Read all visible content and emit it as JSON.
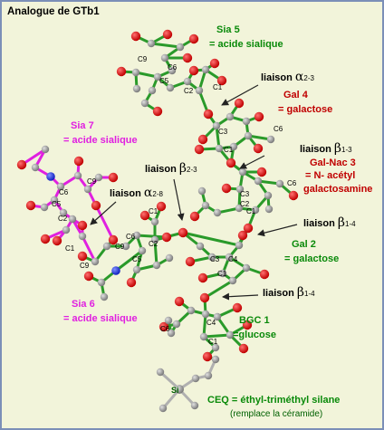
{
  "title": "Analogue de GTb1",
  "residues": {
    "sia5": {
      "name": "Sia 5",
      "desc": "= acide sialique"
    },
    "gal4": {
      "name": "Gal 4",
      "desc": "= galactose"
    },
    "sia7": {
      "name": "Sia 7",
      "desc": "= acide sialique"
    },
    "galnac3": {
      "name": "Gal-Nac 3",
      "desc": "= N- acétyl",
      "desc2": "galactosamine"
    },
    "gal2": {
      "name": "Gal 2",
      "desc": "= galactose"
    },
    "sia6": {
      "name": "Sia 6",
      "desc": "= acide sialique"
    },
    "bgc1": {
      "name": "BGC 1",
      "desc": "=glucose"
    },
    "ceq": {
      "name": "CEQ = éthyl-triméthyl silane",
      "desc": "(remplace la céramide)"
    }
  },
  "linkages": {
    "a23": {
      "prefix": "liaison ",
      "greek": "α",
      "pos": "2-3"
    },
    "b13": {
      "prefix": "liaison ",
      "greek": "β",
      "pos": "1-3"
    },
    "b23": {
      "prefix": "liaison ",
      "greek": "β",
      "pos": "2-3"
    },
    "a28": {
      "prefix": "liaison ",
      "greek": "α",
      "pos": "2-8"
    },
    "b14a": {
      "prefix": "liaison ",
      "greek": "β",
      "pos": "1-4"
    },
    "b14b": {
      "prefix": "liaison ",
      "greek": "β",
      "pos": "1-4"
    }
  },
  "atom_labels": {
    "sia5_c9": "C9",
    "sia5_c6": "C6",
    "sia5_c5": "C5",
    "sia5_c2": "C2",
    "sia5_c1": "C1",
    "gal4_c3": "C3",
    "gal4_c1": "C1",
    "gal4_c6": "C6",
    "galnac_c3": "C3",
    "galnac_c2": "C2",
    "galnac_c1": "C1",
    "galnac_c6": "C6",
    "sia7_c6": "C6",
    "sia7_c9": "C9",
    "sia7_c5": "C5",
    "sia7_c2": "C2",
    "sia7_c1": "C1",
    "sia6_c9a": "C9",
    "sia6_c6": "C6",
    "sia6_c5": "C5",
    "sia6_c9": "C9",
    "sia6_c1": "C1",
    "sia6_c2": "C2",
    "gal2_c3": "C3",
    "gal2_c4": "C4",
    "gal2_c1": "C1",
    "bgc_c4": "C4",
    "bgc_c6": "C6",
    "bgc_c1": "C1",
    "si": "Si"
  },
  "colors": {
    "background": "#f2f4da",
    "frame": "#7b8fb8",
    "bond_green": "#2a9a2a",
    "bond_magenta": "#e020e0",
    "bond_grey": "#b0b0b0",
    "carbon": "#9a9a9a",
    "oxygen": "#e00000",
    "nitrogen": "#2040e0",
    "label_green": "#0a8a0a",
    "label_red": "#c00000",
    "label_magenta": "#e020e0"
  }
}
